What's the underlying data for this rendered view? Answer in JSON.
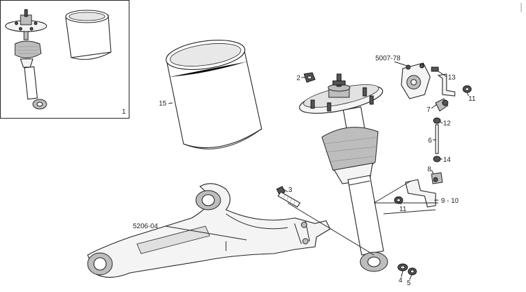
{
  "diagram": {
    "inset_label": "1",
    "callouts": [
      {
        "id": "15",
        "text": "15"
      },
      {
        "id": "5007-78",
        "text": "5007-78"
      },
      {
        "id": "2",
        "text": "2"
      },
      {
        "id": "13",
        "text": "13"
      },
      {
        "id": "11a",
        "text": "11"
      },
      {
        "id": "7",
        "text": "7"
      },
      {
        "id": "12",
        "text": "12"
      },
      {
        "id": "6",
        "text": "6"
      },
      {
        "id": "14",
        "text": "14"
      },
      {
        "id": "8",
        "text": "8"
      },
      {
        "id": "3",
        "text": "3"
      },
      {
        "id": "11b",
        "text": "11"
      },
      {
        "id": "9-10",
        "text": "9 - 10"
      },
      {
        "id": "5206-04",
        "text": "5206-04"
      },
      {
        "id": "4",
        "text": "4"
      },
      {
        "id": "5",
        "text": "5"
      }
    ]
  }
}
